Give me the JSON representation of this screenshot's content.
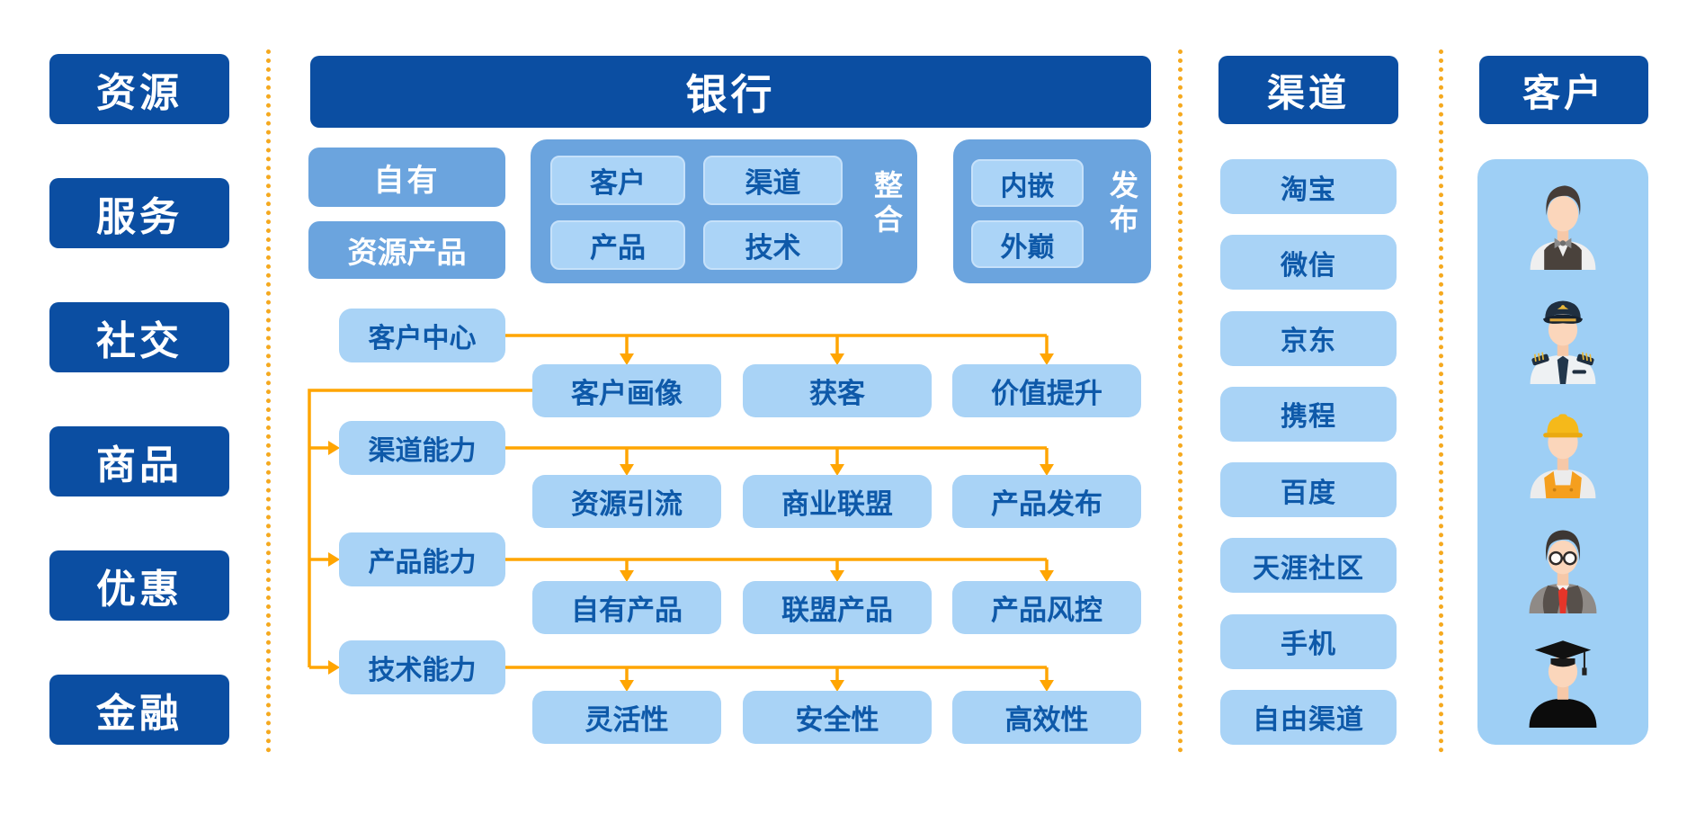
{
  "colors": {
    "dark_blue": "#0b4ea2",
    "medium_blue": "#6ba4de",
    "light_blue": "#a9d3f6",
    "panel_blue": "#9ecff5",
    "text_blue": "#0e59a9",
    "arrow_orange": "#FFA502",
    "separator_orange": "#f5a91f"
  },
  "left_column": {
    "items": [
      "资源",
      "服务",
      "社交",
      "商品",
      "优惠",
      "金融"
    ]
  },
  "bank": {
    "title": "银行",
    "own_boxes": [
      "自有",
      "资源产品"
    ],
    "integration": {
      "label": "整合",
      "items": [
        "客户",
        "渠道",
        "产品",
        "技术"
      ]
    },
    "publish": {
      "label": "发布",
      "items": [
        "内嵌",
        "外巅"
      ]
    },
    "flows": [
      {
        "source": "客户中心",
        "children": [
          "客户画像",
          "获客",
          "价值提升"
        ]
      },
      {
        "source": "渠道能力",
        "children": [
          "资源引流",
          "商业联盟",
          "产品发布"
        ]
      },
      {
        "source": "产品能力",
        "children": [
          "自有产品",
          "联盟产品",
          "产品风控"
        ]
      },
      {
        "source": "技术能力",
        "children": [
          "灵活性",
          "安全性",
          "高效性"
        ]
      }
    ]
  },
  "channels": {
    "title": "渠道",
    "items": [
      "淘宝",
      "微信",
      "京东",
      "携程",
      "百度",
      "天涯社区",
      "手机",
      "自由渠道"
    ]
  },
  "customers": {
    "title": "客户",
    "avatars": [
      "waiter",
      "pilot",
      "construction-worker",
      "businessman",
      "graduate"
    ]
  }
}
